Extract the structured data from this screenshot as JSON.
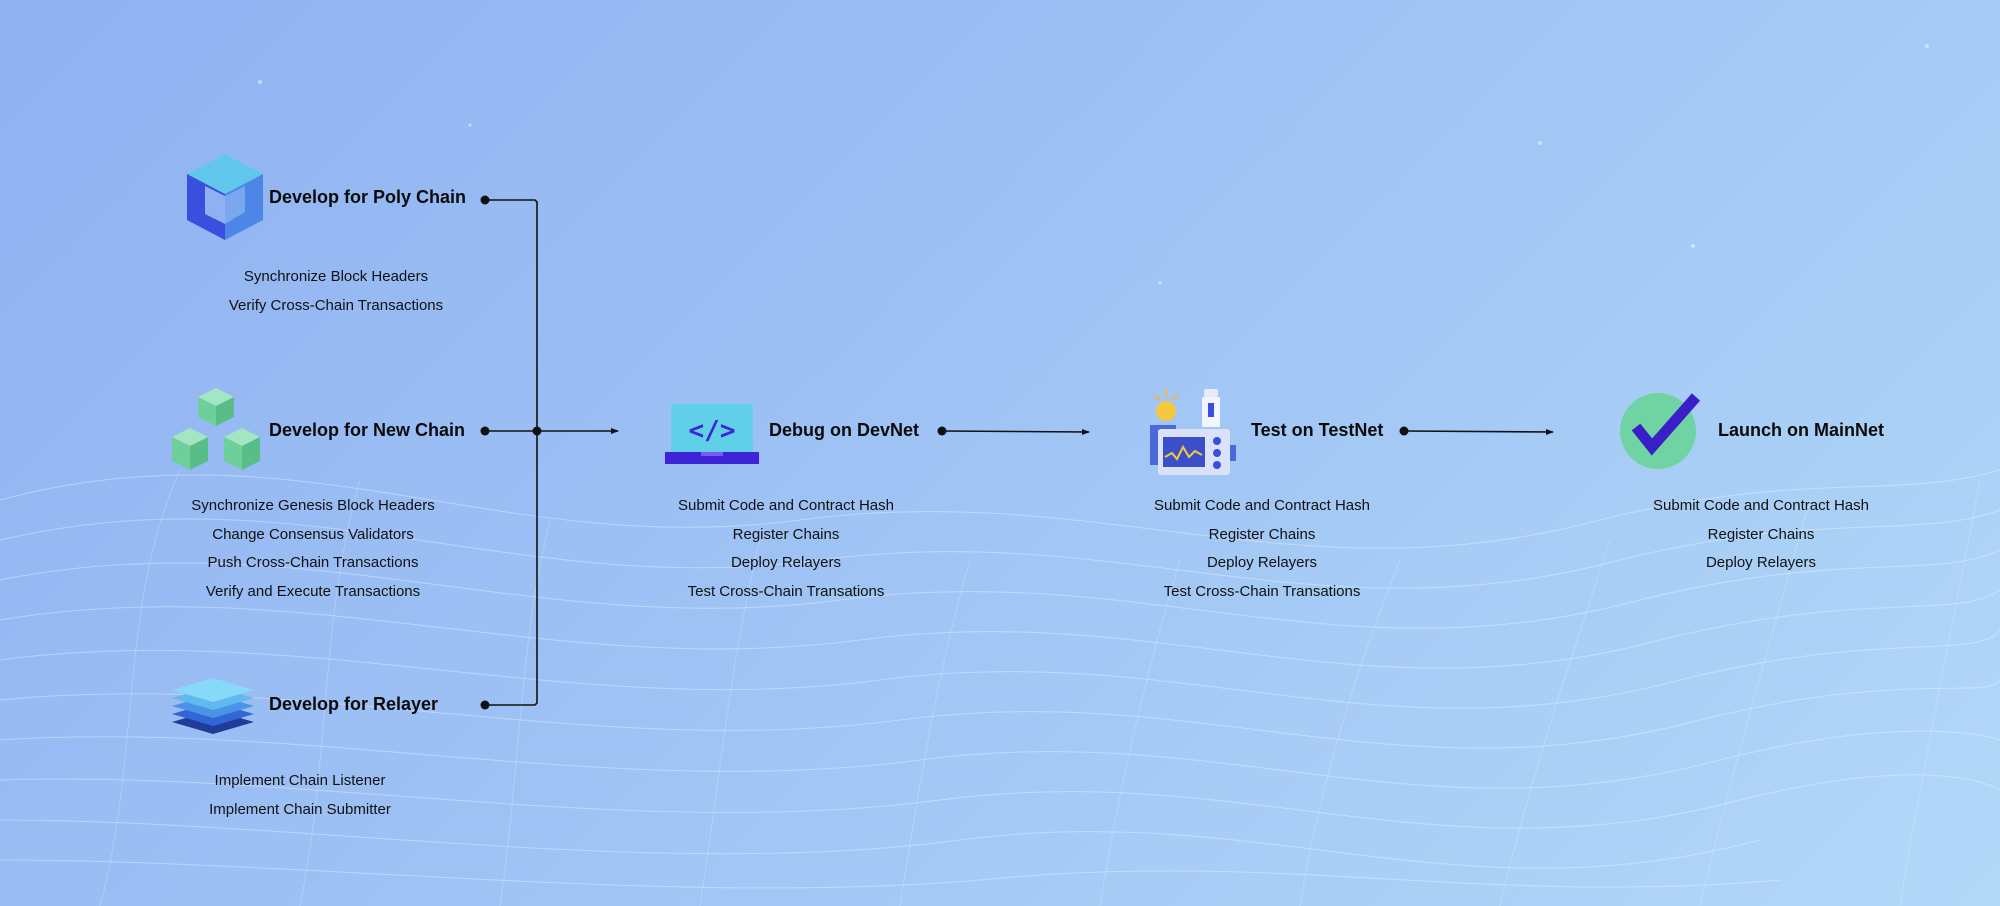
{
  "colors": {
    "bg_start": "#8fb1f2",
    "bg_end": "#b2d8f8",
    "connector": "#111111",
    "accent_blue": "#3b4fe0",
    "accent_green": "#6fd3a3"
  },
  "sources": [
    {
      "id": "poly",
      "icon": "cube-icon",
      "title": "Develop for Poly Chain",
      "items": [
        "Synchronize Block Headers",
        "Verify Cross-Chain Transactions"
      ]
    },
    {
      "id": "new",
      "icon": "green-cubes-icon",
      "title": "Develop for New Chain",
      "items": [
        "Synchronize Genesis Block Headers",
        "Change Consensus Validators",
        "Push Cross-Chain Transactions",
        "Verify and Execute Transactions"
      ]
    },
    {
      "id": "relayer",
      "icon": "stacked-layers-icon",
      "title": "Develop for Relayer",
      "items": [
        "Implement Chain Listener",
        "Implement Chain Submitter"
      ]
    }
  ],
  "stages": [
    {
      "id": "devnet",
      "icon": "code-laptop-icon",
      "title": "Debug on DevNet",
      "items": [
        "Submit Code and Contract Hash",
        "Register Chains",
        "Deploy Relayers",
        "Test Cross-Chain Transations"
      ]
    },
    {
      "id": "testnet",
      "icon": "lab-equipment-icon",
      "title": "Test on TestNet",
      "items": [
        "Submit Code and Contract Hash",
        "Register Chains",
        "Deploy Relayers",
        "Test Cross-Chain Transations"
      ]
    },
    {
      "id": "mainnet",
      "icon": "checkmark-icon",
      "title": "Launch on MainNet",
      "items": [
        "Submit Code and Contract Hash",
        "Register Chains",
        "Deploy Relayers"
      ]
    }
  ]
}
